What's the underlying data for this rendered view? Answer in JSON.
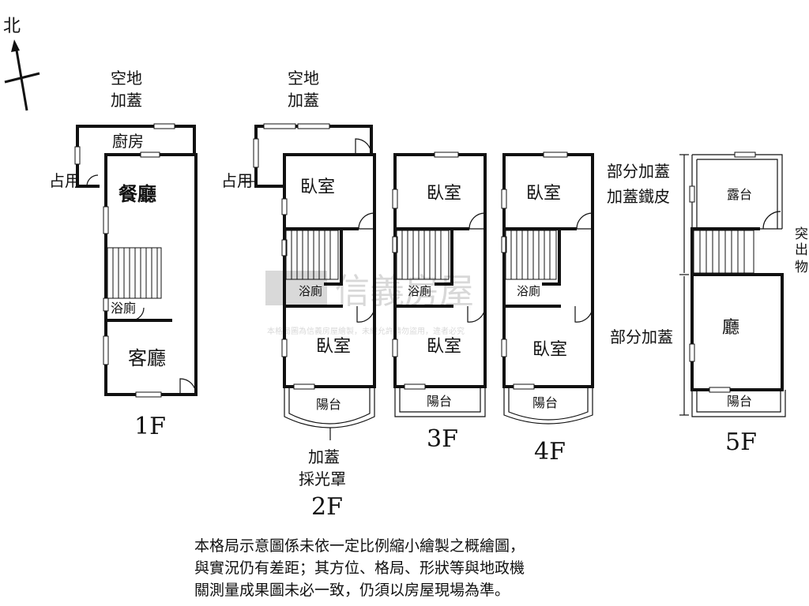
{
  "compass": {
    "label": "北"
  },
  "watermark": {
    "brand": "信義房屋",
    "notice": "本格局圖為信義房屋繪製，未經允許請勿盜用，違者必究"
  },
  "floor_1": {
    "label": "1F",
    "annex_label": [
      "空地",
      "加蓋"
    ],
    "occupy_label": "占用",
    "rooms": {
      "kitchen": "廚房",
      "dining": "餐廳",
      "bath": "浴廁",
      "living": "客廳"
    }
  },
  "floor_2": {
    "label": "2F",
    "annex_label": [
      "空地",
      "加蓋"
    ],
    "occupy_label": "占用",
    "rooms": {
      "bedroom_top": "臥室",
      "bath": "浴廁",
      "bedroom_bottom": "臥室",
      "balcony": "陽台"
    },
    "skylight_label": [
      "加蓋",
      "採光罩"
    ]
  },
  "floor_3": {
    "label": "3F",
    "rooms": {
      "bedroom_top": "臥室",
      "bath": "浴廁",
      "bedroom_bottom": "臥室",
      "balcony": "陽台"
    }
  },
  "floor_4": {
    "label": "4F",
    "rooms": {
      "bedroom_top": "臥室",
      "bath": "浴廁",
      "bedroom_bottom": "臥室",
      "balcony": "陽台"
    }
  },
  "floor_5": {
    "label": "5F",
    "note_top": [
      "部分加蓋",
      "加蓋鐵皮"
    ],
    "note_bottom": "部分加蓋",
    "protrusion": [
      "突",
      "出",
      "物"
    ],
    "rooms": {
      "terrace": "露台",
      "hall": "廳",
      "balcony": "陽台"
    }
  },
  "disclaimer": [
    "本格局示意圖係未依一定比例縮小繪製之概繪圖，",
    "與實況仍有差距；其方位、格局、形狀等與地政機",
    "關測量成果圖未必一致，仍須以房屋現場為準。"
  ]
}
